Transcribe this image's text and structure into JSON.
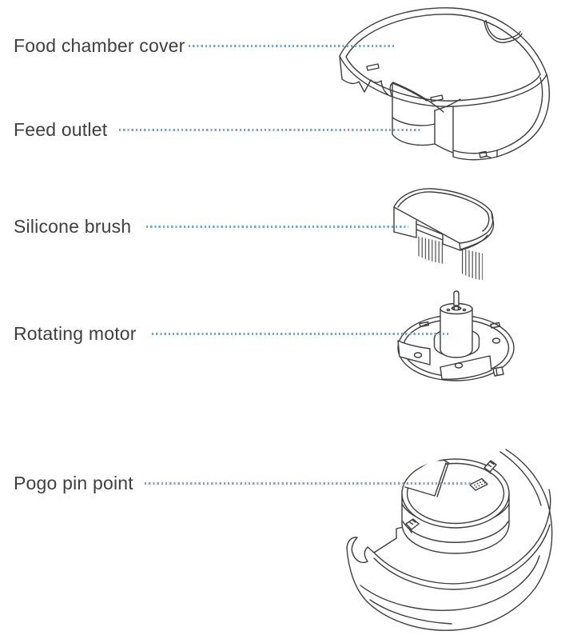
{
  "colors": {
    "background": "#ffffff",
    "label_text": "#3f3f3f",
    "leader_dots": "#74a7c9",
    "line_art": "#3d3d3d"
  },
  "labels": [
    {
      "text": "Food chamber cover",
      "points_to": "food-chamber-cover"
    },
    {
      "text": "Feed outlet",
      "points_to": "feed-outlet"
    },
    {
      "text": "Silicone brush",
      "points_to": "silicone-brush"
    },
    {
      "text": "Rotating motor",
      "points_to": "rotating-motor"
    },
    {
      "text": "Pogo pin point",
      "points_to": "pogo-pin-point"
    }
  ],
  "illustrations": [
    {
      "name": "food-chamber-cover-with-feed-outlet"
    },
    {
      "name": "silicone-brush"
    },
    {
      "name": "rotating-motor-assembly"
    },
    {
      "name": "base-bowl-with-pogo-pin-point"
    }
  ]
}
